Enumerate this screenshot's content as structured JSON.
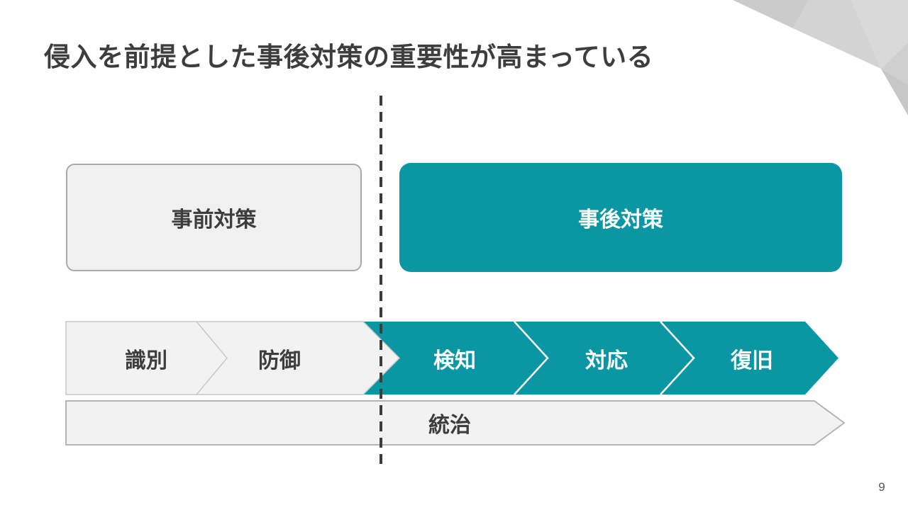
{
  "slide": {
    "title": "侵入を前提とした事後対策の重要性が高まっている",
    "page_number": "9"
  },
  "boxes": {
    "pre_incident": {
      "label": "事前対策"
    },
    "post_incident": {
      "label": "事後対策"
    }
  },
  "process_flow": {
    "gray_steps": [
      {
        "label": "識別"
      },
      {
        "label": "防御"
      }
    ],
    "teal_steps": [
      {
        "label": "検知"
      },
      {
        "label": "対応"
      },
      {
        "label": "復旧"
      }
    ],
    "governance": {
      "label": "統治"
    }
  },
  "colors": {
    "accent_teal": "#0b96a3",
    "band_gray": "#f2f2f2",
    "box_gray": "#f0f0f0",
    "border_gray": "#c8c8c8",
    "text_dark": "#3d3d3d",
    "text_white": "#ffffff",
    "page_num_gray": "#595959"
  }
}
